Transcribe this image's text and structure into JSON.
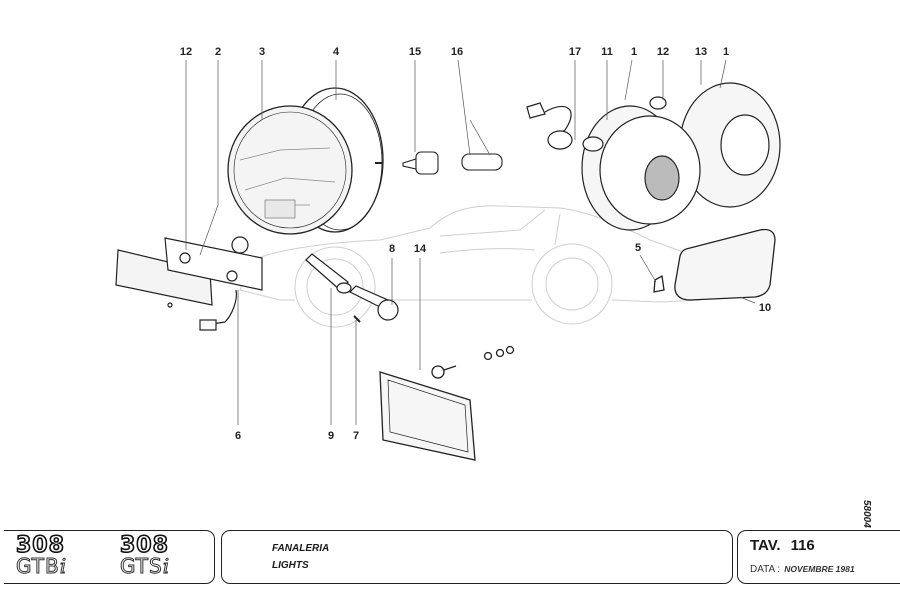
{
  "drawing": {
    "callouts": [
      {
        "label": "12",
        "part": "side-marker-bracket"
      },
      {
        "label": "2",
        "part": "side-marker-housing"
      },
      {
        "label": "3",
        "part": "headlamp-sealed-beam"
      },
      {
        "label": "4",
        "part": "headlamp-ring"
      },
      {
        "label": "15",
        "part": "headlamp-bulb"
      },
      {
        "label": "16",
        "part": "bulb-holder"
      },
      {
        "label": "17",
        "part": "rear-lamp-wiring"
      },
      {
        "label": "11",
        "part": "rear-lamp-reflector"
      },
      {
        "label": "1",
        "part": "rear-lamp-left"
      },
      {
        "label": "12",
        "part": "rear-lamp-bulb"
      },
      {
        "label": "13",
        "part": "rear-lamp-gasket"
      },
      {
        "label": "1",
        "part": "rear-lamp-right"
      },
      {
        "label": "8",
        "part": "interior-lamp"
      },
      {
        "label": "14",
        "part": "fog-lamp"
      },
      {
        "label": "5",
        "part": "plate-lamp-bracket"
      },
      {
        "label": "10",
        "part": "plate-lamp"
      },
      {
        "label": "6",
        "part": "side-marker-wiring"
      },
      {
        "label": "9",
        "part": "interior-lamp-sleeve"
      },
      {
        "label": "7",
        "part": "interior-lamp-bulb"
      }
    ],
    "catalog_number": "58004",
    "colors": {
      "ink": "#222222",
      "light_ink": "#c8c8c8",
      "paper": "#ffffff"
    }
  },
  "title_block": {
    "models": [
      {
        "number": "308",
        "variant": "GTB",
        "suffix": "i"
      },
      {
        "number": "308",
        "variant": "GTS",
        "suffix": "i"
      }
    ],
    "title_it": "FANALERIA",
    "title_en": "LIGHTS",
    "tav_label": "TAV.",
    "tav_number": "116",
    "date_label": "DATA :",
    "date_value": "NOVEMBRE 1981"
  }
}
